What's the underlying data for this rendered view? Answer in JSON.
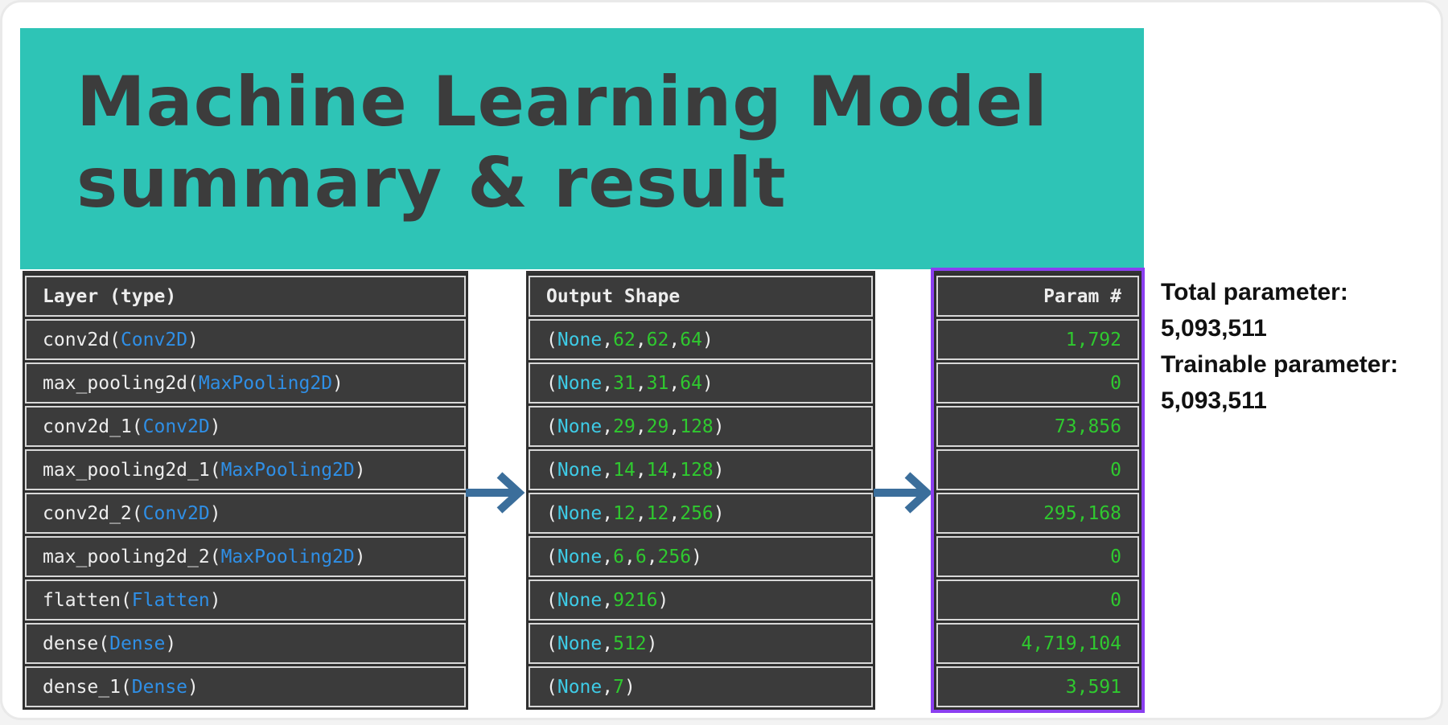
{
  "title": {
    "line1": "Machine Learning Model",
    "line2": "summary & result"
  },
  "headers": {
    "layer": "Layer (type)",
    "shape": "Output Shape",
    "param": "Param #"
  },
  "rows": [
    {
      "name": "conv2d",
      "type": "Conv2D",
      "shape": [
        "None",
        "62",
        "62",
        "64"
      ],
      "param": "1,792"
    },
    {
      "name": "max_pooling2d",
      "type": "MaxPooling2D",
      "shape": [
        "None",
        "31",
        "31",
        "64"
      ],
      "param": "0"
    },
    {
      "name": "conv2d_1",
      "type": "Conv2D",
      "shape": [
        "None",
        "29",
        "29",
        "128"
      ],
      "param": "73,856"
    },
    {
      "name": "max_pooling2d_1",
      "type": "MaxPooling2D",
      "shape": [
        "None",
        "14",
        "14",
        "128"
      ],
      "param": "0"
    },
    {
      "name": "conv2d_2",
      "type": "Conv2D",
      "shape": [
        "None",
        "12",
        "12",
        "256"
      ],
      "param": "295,168"
    },
    {
      "name": "max_pooling2d_2",
      "type": "MaxPooling2D",
      "shape": [
        "None",
        "6",
        "6",
        "256"
      ],
      "param": "0"
    },
    {
      "name": "flatten",
      "type": "Flatten",
      "shape": [
        "None",
        "9216"
      ],
      "param": "0"
    },
    {
      "name": "dense",
      "type": "Dense",
      "shape": [
        "None",
        "512"
      ],
      "param": "4,719,104"
    },
    {
      "name": "dense_1",
      "type": "Dense",
      "shape": [
        "None",
        "7"
      ],
      "param": "3,591"
    }
  ],
  "totals": {
    "total_label": "Total parameter:",
    "total_value": "5,093,511",
    "trainable_label": "Trainable parameter:",
    "trainable_value": "5,093,511"
  },
  "icons": {
    "arrow": "arrow-right-icon"
  },
  "colors": {
    "banner": "#2ec4b6",
    "highlight": "#8b3ff0",
    "arrow": "#3b6e9b"
  }
}
